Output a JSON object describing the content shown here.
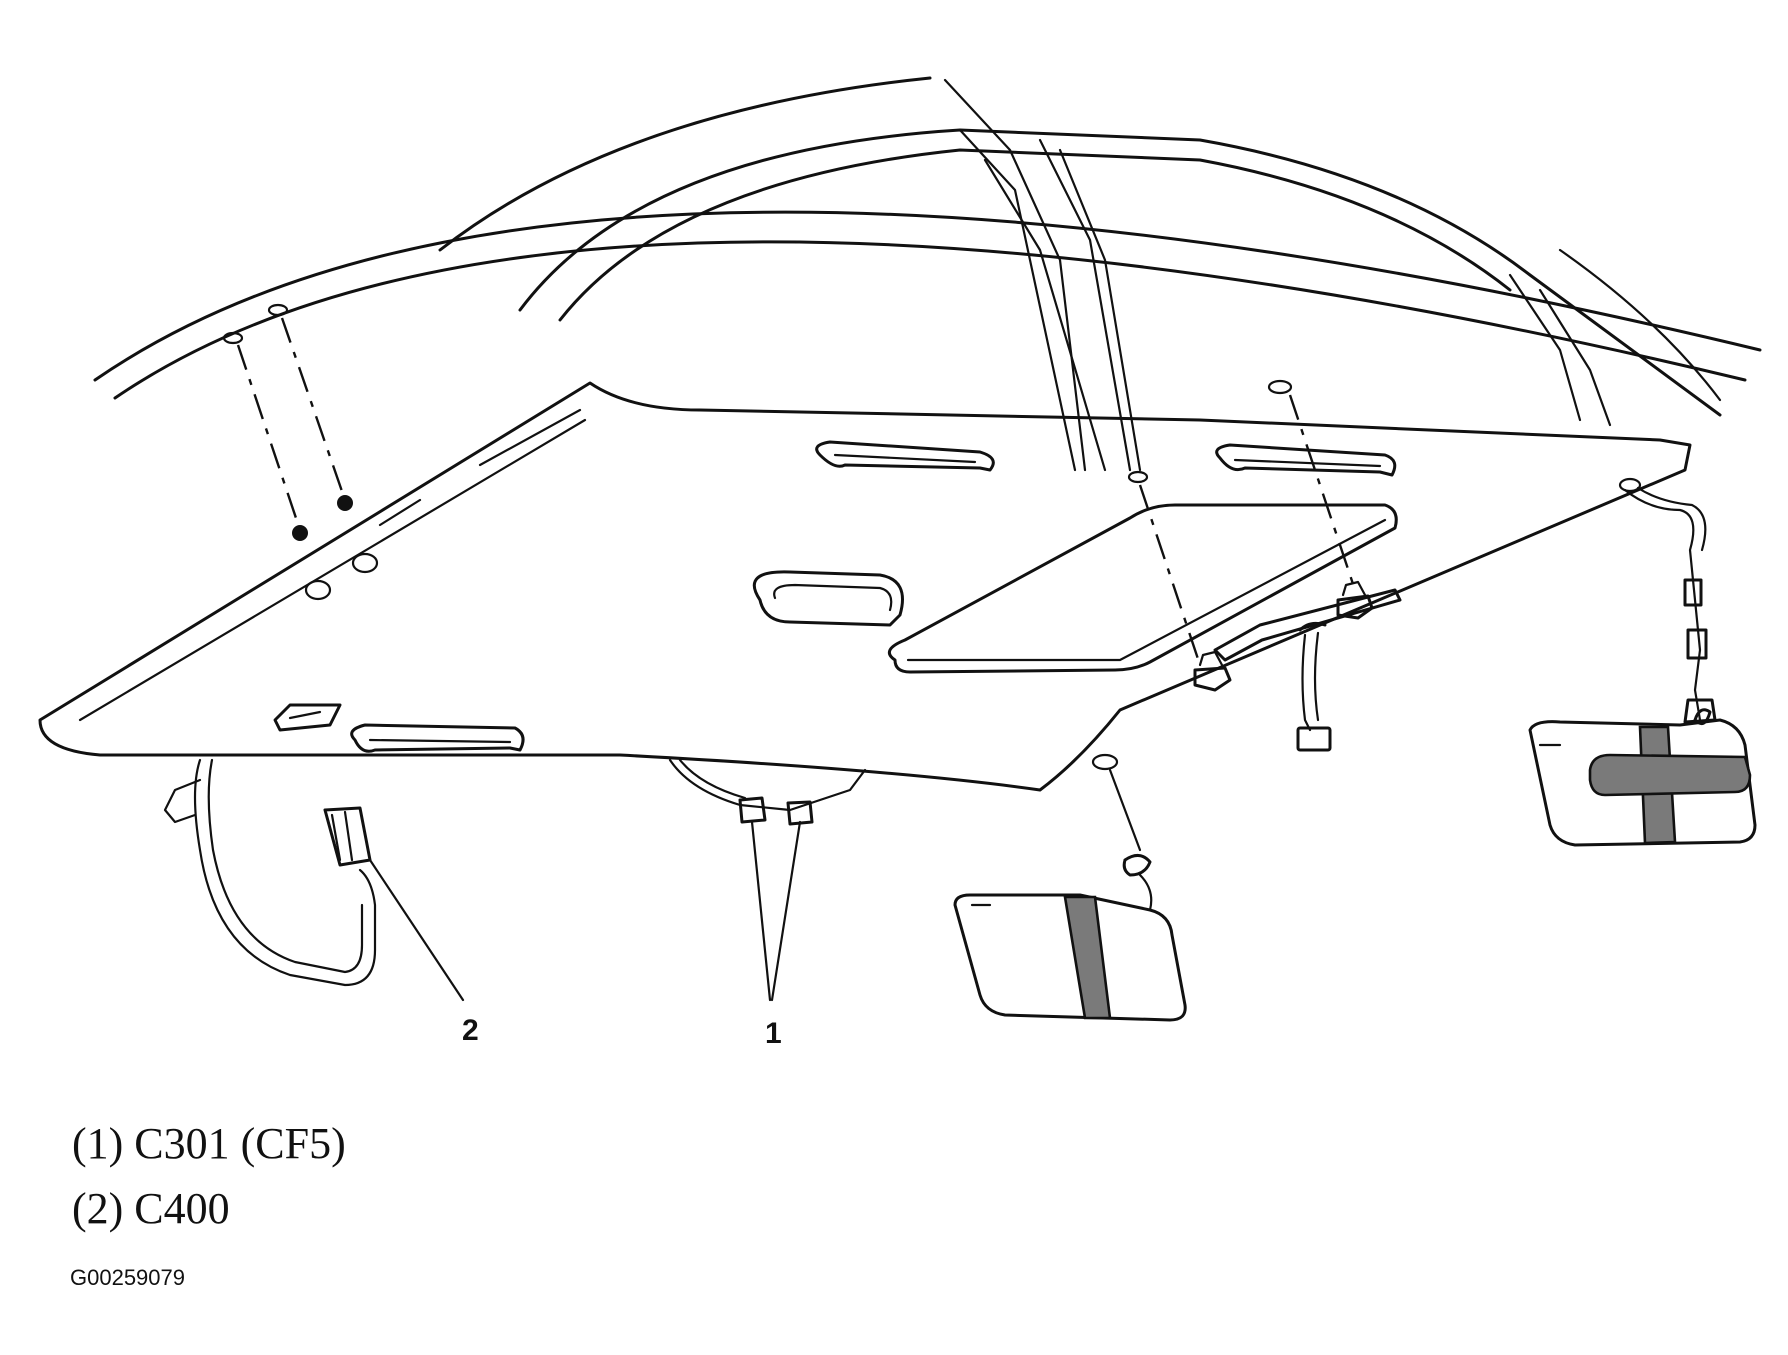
{
  "callouts": {
    "one": "1",
    "two": "2"
  },
  "legend": [
    {
      "text": "(1) C301 (CF5)"
    },
    {
      "text": "(2) C400"
    }
  ],
  "figure_id": "G00259079"
}
